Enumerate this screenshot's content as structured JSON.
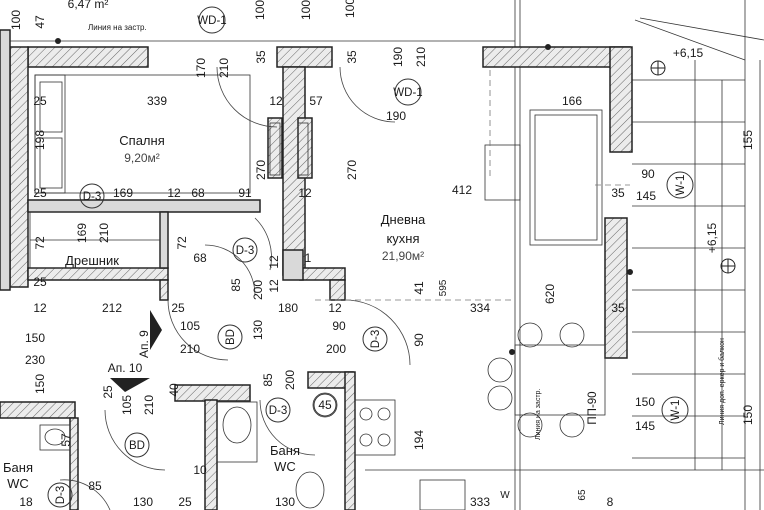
{
  "rooms": {
    "bedroom": {
      "name": "Спалня",
      "area": "9,20м²"
    },
    "living": {
      "name_line1": "Дневна",
      "name_line2": "кухня",
      "area": "21,90м²"
    },
    "wardrobe": {
      "name": "Дрешник"
    },
    "bath_right": {
      "name_line1": "Баня",
      "name_line2": "WC"
    },
    "bath_left": {
      "name_line1": "Баня",
      "name_line2": "WC"
    },
    "top_area": "6,47 m²"
  },
  "notes": {
    "build_line": "Линия на застр.",
    "build_line_2": "Линия на застр.",
    "bay_line": "Линия доп. еркер и балкон"
  },
  "apartment": {
    "label": "Ап. 9",
    "label_2": "Ап. 10"
  },
  "tags": {
    "wd1_top": "WD-1",
    "wd1_mid": "WD-1",
    "d3_bed": "D-3",
    "d3_hall": "D-3",
    "d3_living": "D-3",
    "d3_bath": "D-3",
    "d3_left": "D-3",
    "bd_1": "BD",
    "bd_2": "BD",
    "w1_a": "W-1",
    "w1_b": "W-1",
    "pp": "ПП-90"
  },
  "elevations": {
    "e1": "+6,15",
    "e2": "+6,15"
  },
  "dimensions": {
    "d47": "47",
    "d100a": "100",
    "d100b": "100",
    "d100c": "100",
    "d100d": "100",
    "d170": "170",
    "d210a": "210",
    "d35a": "35",
    "d190a": "190",
    "d210b": "210",
    "d35b": "35",
    "d25a": "25",
    "d339": "339",
    "d12a": "12",
    "d57": "57",
    "d190b": "190",
    "d166": "166",
    "d198": "198",
    "d270a": "270",
    "d270b": "270",
    "d412": "412",
    "d155": "155",
    "d25b": "25",
    "d169a": "169",
    "d12b": "12",
    "d68a": "68",
    "d91": "91",
    "d12c": "12",
    "d90a": "90",
    "d145a": "145",
    "d35c": "35",
    "d72a": "72",
    "d169b": "169",
    "d210c": "210",
    "d72b": "72",
    "d68b": "68",
    "d12d": "12",
    "d1": "1",
    "d41": "41",
    "d595": "595",
    "d620": "620",
    "d85a": "85",
    "d200a": "200",
    "d12e": "12",
    "d25c": "25",
    "d12f": "12",
    "d212": "212",
    "d25d": "25",
    "d180": "180",
    "d12g": "12",
    "d334": "334",
    "d35d": "35",
    "d150a": "150",
    "d105a": "105",
    "d130a": "130",
    "d90b": "90",
    "d230": "230",
    "d210d": "210",
    "d200b": "200",
    "d90c": "90",
    "d150b": "150",
    "d85b": "85",
    "d200c": "200",
    "d45": "45",
    "d25e": "25",
    "d40": "40",
    "d105b": "105",
    "d210e": "210",
    "d57b": "57",
    "d194": "194",
    "d150c": "150",
    "d145b": "145",
    "d150d": "150",
    "d85c": "85",
    "d10": "10",
    "d18": "18",
    "d130b": "130",
    "d25f": "25",
    "d130c": "130",
    "d333": "333",
    "d65": "65",
    "dW": "W",
    "d8": "8"
  }
}
